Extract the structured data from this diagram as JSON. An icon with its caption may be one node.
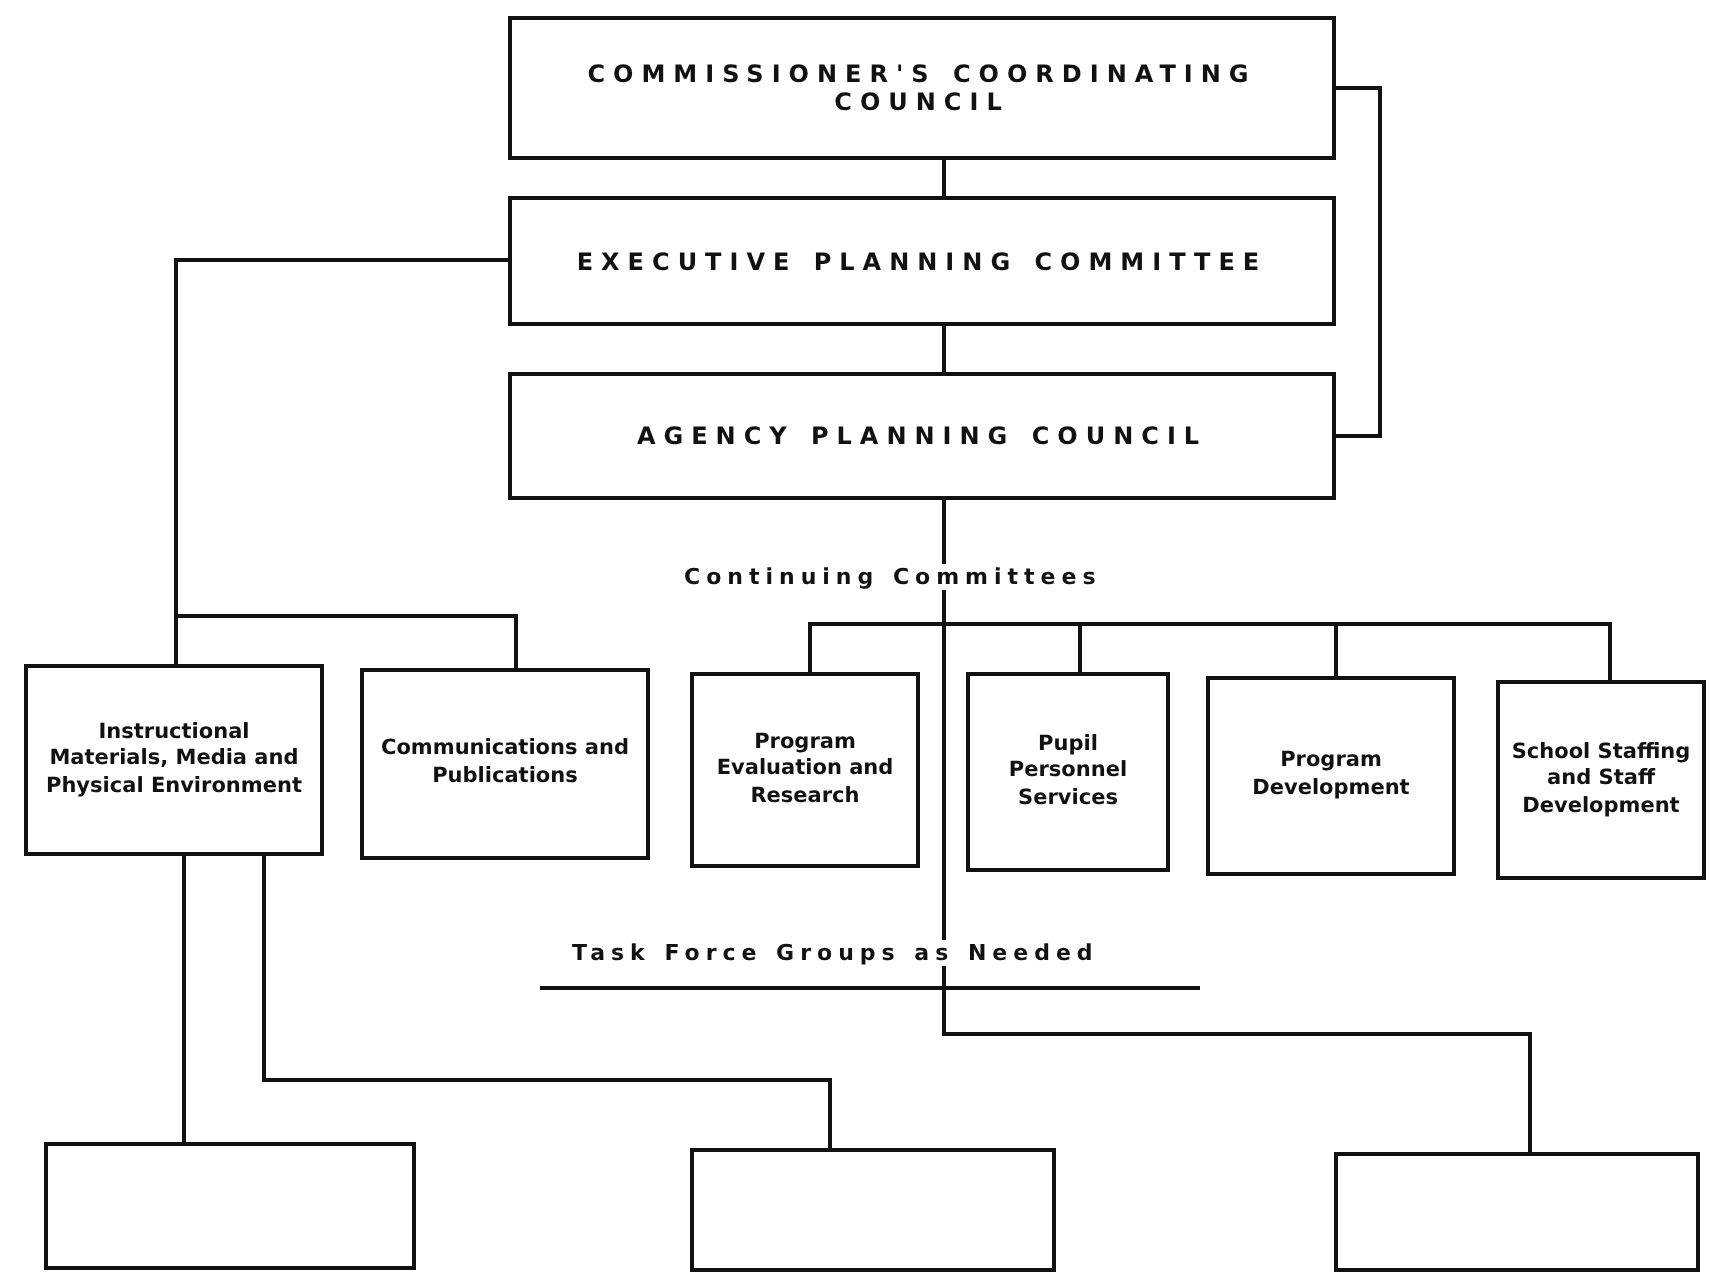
{
  "diagram": {
    "nodes": [
      {
        "text": [
          "COMMISSIONER'S COORDINATING COUNCIL"
        ]
      },
      {
        "text": [
          "EXECUTIVE PLANNING COMMITTEE"
        ]
      },
      {
        "text": [
          "AGENCY PLANNING COUNCIL"
        ]
      },
      {
        "text": [
          "Instructional Materials, Media and Physical Environment"
        ]
      },
      {
        "text": [
          "Communications and Publications"
        ]
      },
      {
        "text": [
          "Program Evaluation and Research"
        ]
      },
      {
        "text": [
          "Pupil Personnel Services"
        ]
      },
      {
        "text": [
          "Program Development"
        ]
      },
      {
        "text": [
          "School Staffing and Staff Development"
        ]
      },
      {
        "text": [],
        "shape": "box"
      },
      {
        "text": [],
        "shape": "box"
      },
      {
        "text": [],
        "shape": "box"
      }
    ],
    "edges": [
      {
        "from": 0,
        "to": 1,
        "arrow": "none"
      },
      {
        "from": 1,
        "to": 2,
        "arrow": "none"
      },
      {
        "from": 0,
        "to": 2,
        "arrow": "none"
      },
      {
        "from": 1,
        "to": 3,
        "arrow": "none"
      },
      {
        "from": 1,
        "to": 4,
        "arrow": "none"
      },
      {
        "from": 2,
        "to": 5,
        "arrow": "none"
      },
      {
        "from": 2,
        "to": 6,
        "arrow": "none"
      },
      {
        "from": 2,
        "to": 7,
        "arrow": "none"
      },
      {
        "from": 2,
        "to": 8,
        "arrow": "none"
      },
      {
        "from": 2,
        "to": 11,
        "arrow": "none"
      },
      {
        "from": 3,
        "to": 9,
        "arrow": "none"
      },
      {
        "from": 3,
        "to": 10,
        "arrow": "none"
      }
    ],
    "labels": [
      "Continuing Committees",
      "Task Force Groups as Needed"
    ]
  }
}
